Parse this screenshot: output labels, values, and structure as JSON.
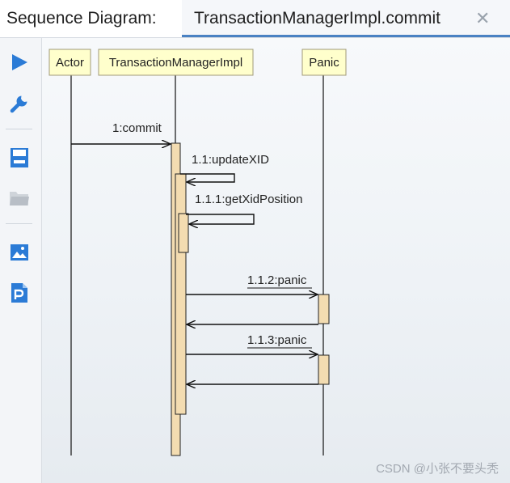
{
  "tab_bar": {
    "prefix": "Sequence Diagram:",
    "title": "TransactionManagerImpl.commit",
    "close_glyph": "✕"
  },
  "toolbar": {
    "items": [
      {
        "icon": "play-icon"
      },
      {
        "icon": "wrench-icon"
      },
      {
        "icon": "save-icon"
      },
      {
        "icon": "folder-icon"
      },
      {
        "icon": "image-icon"
      },
      {
        "icon": "export-p-icon"
      }
    ]
  },
  "diagram": {
    "participants": [
      "Actor",
      "TransactionManagerImpl",
      "Panic"
    ],
    "messages": [
      {
        "label": "1:commit"
      },
      {
        "label": "1.1:updateXID"
      },
      {
        "label": "1.1.1:getXidPosition"
      },
      {
        "label": "1.1.2:panic"
      },
      {
        "label": "1.1.3:panic"
      }
    ]
  },
  "watermark": "CSDN @小张不要头秃",
  "colors": {
    "participant_fill": "#ffffcc",
    "activation_fill": "#f3dcb1",
    "accent_tab": "#4a82c3",
    "icon_blue": "#2b7bd6"
  }
}
